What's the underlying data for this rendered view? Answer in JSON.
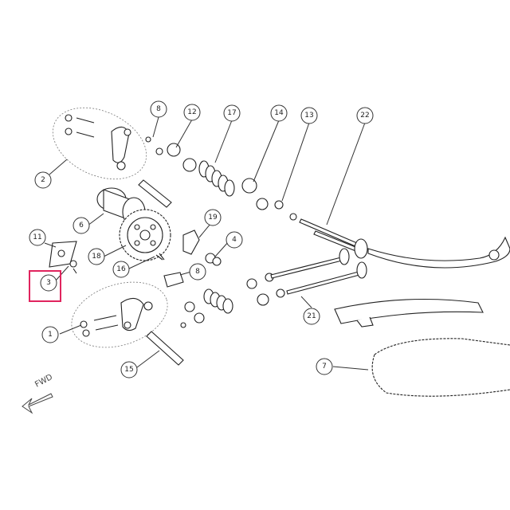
{
  "diagram": {
    "callouts": [
      {
        "id": "c8a",
        "text": "8"
      },
      {
        "id": "c12",
        "text": "12"
      },
      {
        "id": "c17",
        "text": "17"
      },
      {
        "id": "c14",
        "text": "14"
      },
      {
        "id": "c13",
        "text": "13"
      },
      {
        "id": "c22",
        "text": "22"
      },
      {
        "id": "c2",
        "text": "2"
      },
      {
        "id": "c6",
        "text": "6"
      },
      {
        "id": "c11",
        "text": "11"
      },
      {
        "id": "c18",
        "text": "18"
      },
      {
        "id": "c3",
        "text": "3"
      },
      {
        "id": "c19",
        "text": "19"
      },
      {
        "id": "c4",
        "text": "4"
      },
      {
        "id": "c16",
        "text": "16"
      },
      {
        "id": "c8b",
        "text": "8"
      },
      {
        "id": "c1",
        "text": "1"
      },
      {
        "id": "c21",
        "text": "21"
      },
      {
        "id": "c15",
        "text": "15"
      },
      {
        "id": "c7",
        "text": "7"
      }
    ],
    "direction_label": "FWD",
    "highlight_color": "#e0245e"
  }
}
